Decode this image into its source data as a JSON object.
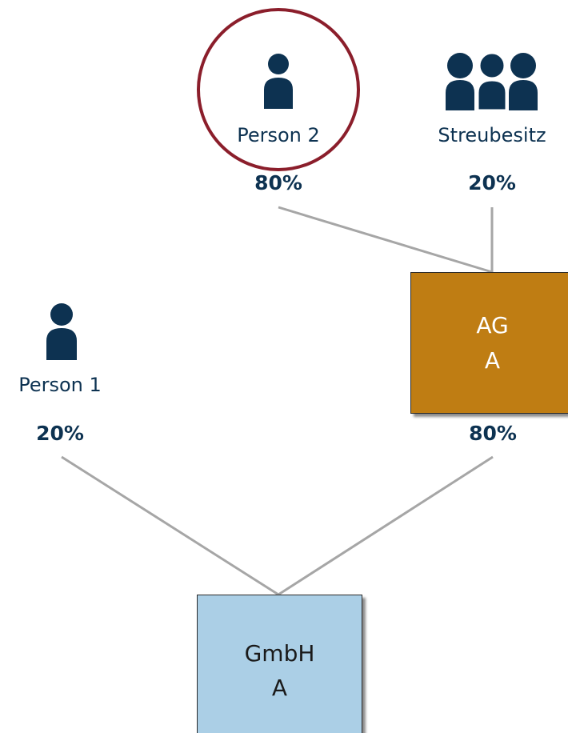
{
  "colors": {
    "text": "#0d3251",
    "person_icon": "#0d3251",
    "highlight_circle": "#8b1e2b",
    "connector": "#a6a6a6",
    "ag_fill": "#bf7d13",
    "gmbh_fill": "#abcfe6"
  },
  "owners": {
    "person2": {
      "label": "Person 2",
      "share": "80%",
      "icon": "person-icon",
      "highlighted": true
    },
    "streubesitz": {
      "label": "Streubesitz",
      "share": "20%",
      "icon": "group-icon"
    },
    "person1": {
      "label": "Person 1",
      "share": "20%",
      "icon": "person-icon"
    }
  },
  "entities": {
    "ag": {
      "line1": "AG",
      "line2": "A",
      "share_in_gmbh": "80%"
    },
    "gmbh": {
      "line1": "GmbH",
      "line2": "A"
    }
  }
}
